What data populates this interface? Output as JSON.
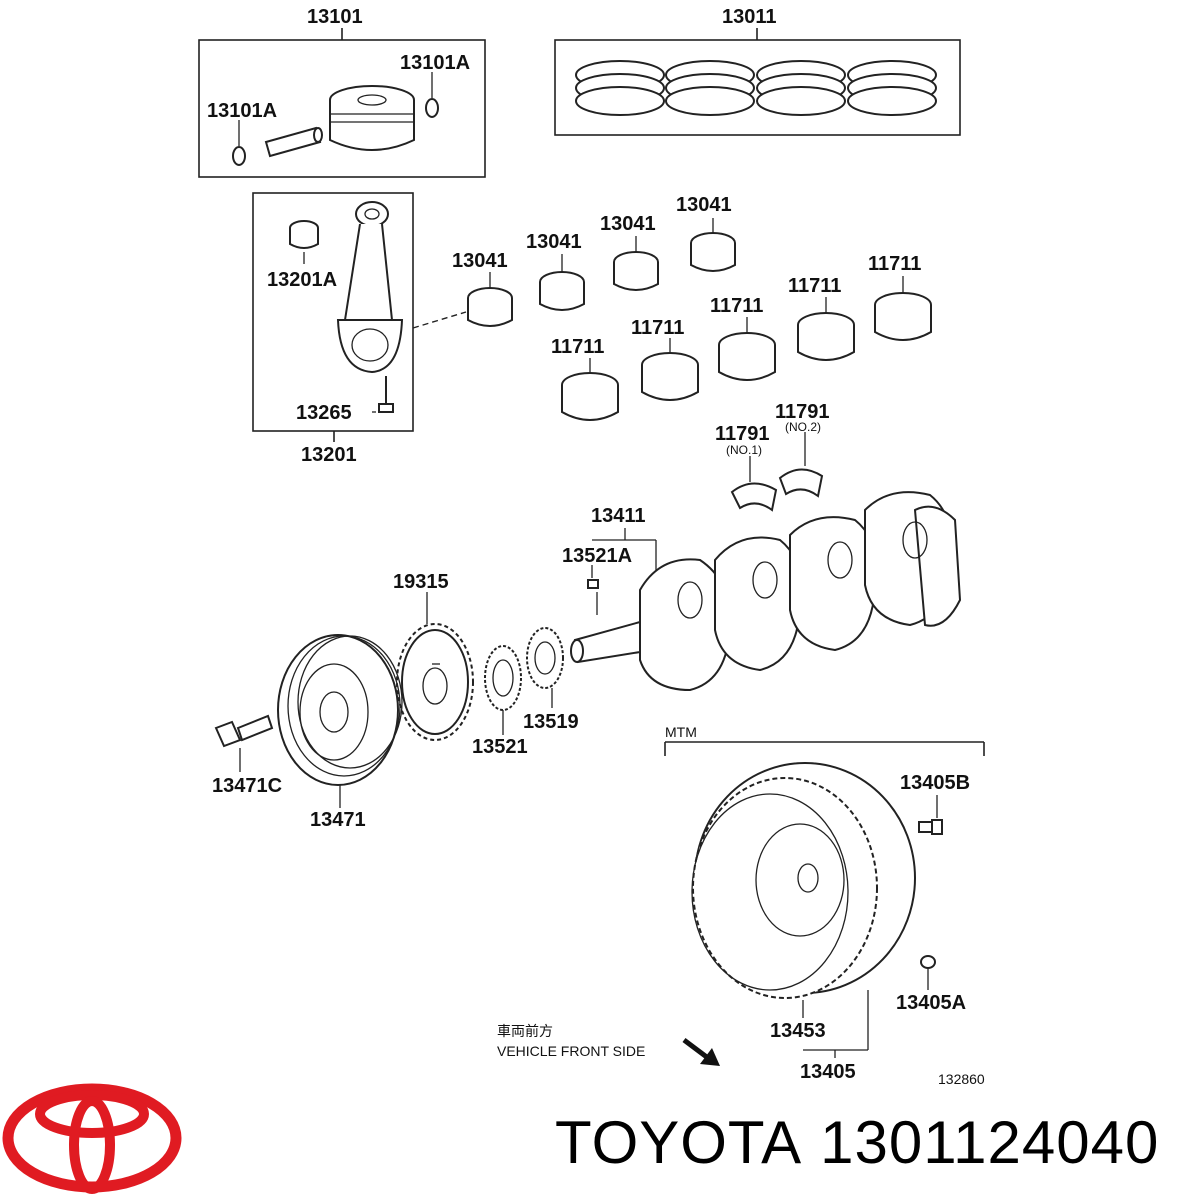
{
  "labels": {
    "piston_set": "13101",
    "snap_ring_right": "13101A",
    "snap_ring_left": "13101A",
    "ring_set": "13011",
    "con_rod_bushing": "13201A",
    "con_rod_bolt": "13265",
    "con_rod_assy": "13201",
    "rod_bearing_1": "13041",
    "rod_bearing_2": "13041",
    "rod_bearing_3": "13041",
    "rod_bearing_4": "13041",
    "main_bearing_1": "11711",
    "main_bearing_2": "11711",
    "main_bearing_3": "11711",
    "main_bearing_4": "11711",
    "main_bearing_5": "11711",
    "thrust_washer_1": "11791",
    "thrust_washer_1_note": "(NO.1)",
    "thrust_washer_2": "11791",
    "thrust_washer_2_note": "(NO.2)",
    "crankshaft": "13411",
    "crank_key": "13521A",
    "timing_gear": "19315",
    "crank_sprocket": "13521",
    "crank_washer": "13519",
    "pulley_bolt": "13471C",
    "pulley": "13471",
    "mtm": "MTM",
    "flywheel_bolt": "13405B",
    "flywheel_pin": "13405A",
    "ring_gear": "13453",
    "flywheel": "13405",
    "vehicle_front_jp": "車両前方",
    "vehicle_front_en": "VEHICLE FRONT SIDE",
    "figure_id": "132860"
  },
  "footer": {
    "brand": "TOYOTA",
    "part_number": "1301124040"
  },
  "colors": {
    "logo_red": "#e01b22",
    "line": "#222222"
  },
  "icons": {
    "logo": "toyota-logo-icon",
    "arrow": "front-direction-arrow-icon"
  }
}
